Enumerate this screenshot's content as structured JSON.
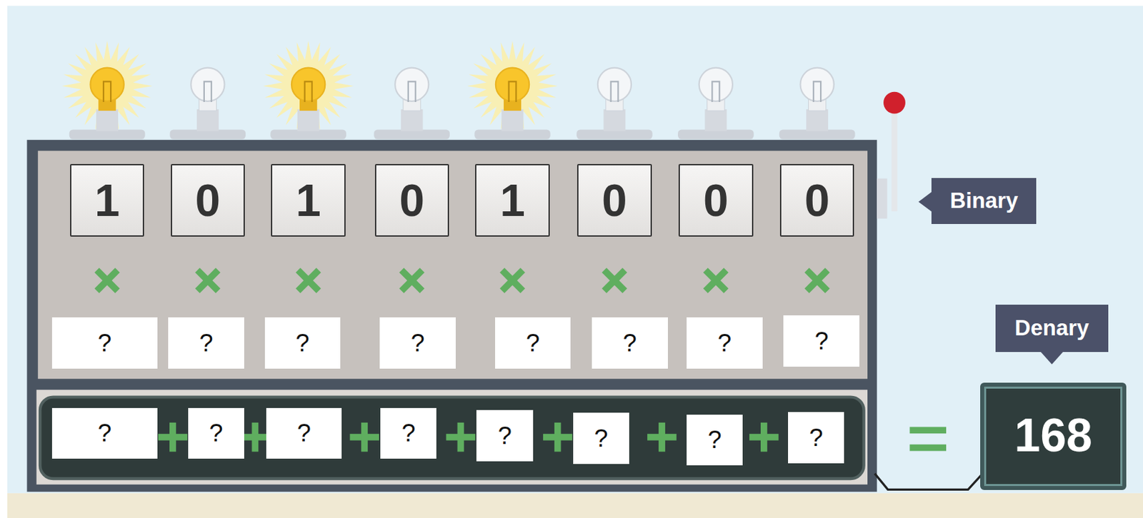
{
  "diagram": {
    "nodes": [
      {
        "text": [
          "1"
        ]
      },
      {
        "text": [
          "0"
        ]
      },
      {
        "text": [
          "1"
        ]
      },
      {
        "text": [
          "0"
        ]
      },
      {
        "text": [
          "1"
        ]
      },
      {
        "text": [
          "0"
        ]
      },
      {
        "text": [
          "0"
        ]
      },
      {
        "text": [
          "0"
        ]
      },
      {
        "text": [
          "Binary"
        ]
      },
      {
        "text": [
          "?"
        ]
      },
      {
        "text": [
          "?"
        ]
      },
      {
        "text": [
          "?"
        ]
      },
      {
        "text": [
          "?"
        ]
      },
      {
        "text": [
          "?"
        ]
      },
      {
        "text": [
          "?"
        ]
      },
      {
        "text": [
          "?"
        ]
      },
      {
        "text": [
          "?"
        ]
      },
      {
        "text": [
          "Denary"
        ]
      },
      {
        "text": [
          "?"
        ]
      },
      {
        "text": [
          "?"
        ]
      },
      {
        "text": [
          "?"
        ]
      },
      {
        "text": [
          "?"
        ]
      },
      {
        "text": [
          "?"
        ]
      },
      {
        "text": [
          "?"
        ]
      },
      {
        "text": [
          "?"
        ]
      },
      {
        "text": [
          "?"
        ]
      },
      {
        "text": [
          "168"
        ]
      }
    ]
  }
}
